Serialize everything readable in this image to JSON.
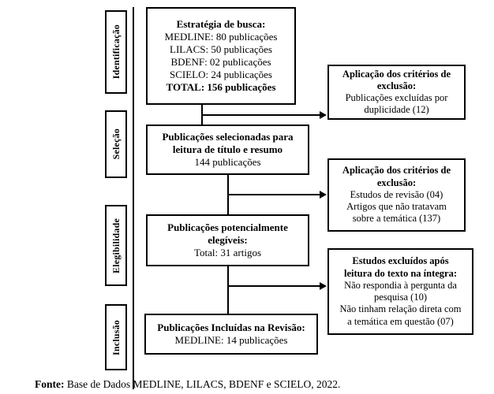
{
  "figure": {
    "type": "prisma-flow-diagram",
    "top_partial_text": "",
    "caption": {
      "lead": "Fonte:",
      "text": " Base de Dados MEDLINE, LILACS, BDENF e SCIELO, 2022."
    }
  },
  "stages": [
    {
      "id": "identificacao",
      "label": "Identificação"
    },
    {
      "id": "selecao",
      "label": "Seleção"
    },
    {
      "id": "elegibilidade",
      "label": "Elegibilidade"
    },
    {
      "id": "inclusao",
      "label": "Inclusão"
    }
  ],
  "main_boxes": [
    {
      "id": "estrategia-busca",
      "lines": [
        {
          "text": "Estratégia de busca:",
          "bold": true
        },
        {
          "text": "MEDLINE: 80 publicações",
          "bold": false
        },
        {
          "text": "LILACS: 50 publicações",
          "bold": false
        },
        {
          "text": "BDENF: 02 publicações",
          "bold": false
        },
        {
          "text": "SCIELO: 24 publicações",
          "bold": false
        },
        {
          "text": "TOTAL: 156 publicações",
          "bold": true
        }
      ]
    },
    {
      "id": "publicacoes-selecionadas",
      "lines": [
        {
          "text": "Publicações selecionadas para",
          "bold": true
        },
        {
          "text": "leitura de título e resumo",
          "bold": true
        },
        {
          "text": "144 publicações",
          "bold": false
        }
      ]
    },
    {
      "id": "publicacoes-elegiveis",
      "lines": [
        {
          "text": "Publicações potencialmente",
          "bold": true
        },
        {
          "text": "elegíveis:",
          "bold": true
        },
        {
          "text": "Total: 31 artigos",
          "bold": false
        }
      ]
    },
    {
      "id": "publicacoes-incluidas",
      "lines": [
        {
          "text": "Publicações Incluídas na Revisão:",
          "bold": true
        },
        {
          "text": "MEDLINE: 14 publicações",
          "bold": false
        }
      ]
    }
  ],
  "exclusion_boxes": [
    {
      "id": "exclusao-duplicidade",
      "lines": [
        {
          "text": "Aplicação dos critérios de",
          "bold": true
        },
        {
          "text": "exclusão:",
          "bold": true
        },
        {
          "text": "Publicações excluídas por",
          "bold": false
        },
        {
          "text": "duplicidade (12)",
          "bold": false
        }
      ]
    },
    {
      "id": "exclusao-criterios",
      "lines": [
        {
          "text": "Aplicação dos critérios de",
          "bold": true
        },
        {
          "text": "exclusão:",
          "bold": true
        },
        {
          "text": "Estudos de revisão (04)",
          "bold": false
        },
        {
          "text": "Artigos que não tratavam",
          "bold": false
        },
        {
          "text": "sobre a temática (137)",
          "bold": false
        }
      ]
    },
    {
      "id": "exclusao-texto-integra",
      "lines": [
        {
          "text": "Estudos excluídos após",
          "bold": true
        },
        {
          "text": "leitura do texto na íntegra:",
          "bold": true
        },
        {
          "text": "Não respondia à pergunta da",
          "bold": false
        },
        {
          "text": "pesquisa (10)",
          "bold": false
        },
        {
          "text": "Não tinham relação direta com",
          "bold": false
        },
        {
          "text": "a temática em questão (07)",
          "bold": false
        }
      ]
    }
  ],
  "counts": {
    "medline_found": 80,
    "lilacs_found": 50,
    "bdenf_found": 2,
    "scielo_found": 24,
    "total_found": 156,
    "duplicates_removed": 12,
    "after_duplicates": 144,
    "reviews_excluded": 4,
    "off_topic_excluded": 137,
    "eligible": 31,
    "no_answer_excluded": 10,
    "no_direct_relation_excluded": 7,
    "included": 14
  }
}
